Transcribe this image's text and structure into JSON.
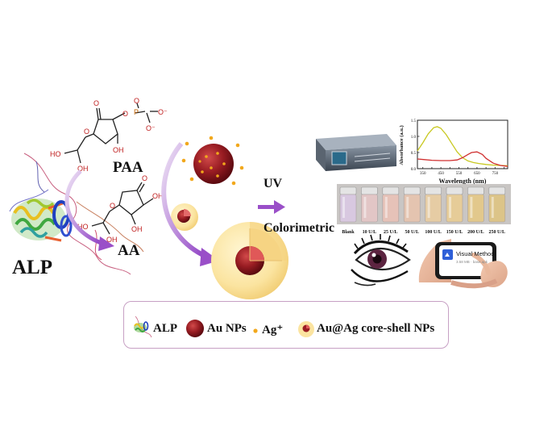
{
  "molecules": {
    "paa_label": "PAA",
    "aa_label": "AA",
    "alp_label": "ALP",
    "atoms": {
      "o": "O",
      "oh": "OH",
      "ho": "HO",
      "p": "P",
      "o_minus": "O⁻"
    }
  },
  "detection": {
    "uv_label": "UV",
    "colorimetric_label": "Colorimetric"
  },
  "chart_data": {
    "type": "line",
    "xlabel": "Wavelength (nm)",
    "ylabel": "Absorbance (a.u.)",
    "xlim": [
      320,
      820
    ],
    "ylim": [
      0.0,
      1.5
    ],
    "xticks": [
      350,
      400,
      450,
      500,
      550,
      600,
      650,
      700,
      750,
      800
    ],
    "yticks": [
      0.0,
      0.5,
      1.0,
      1.5
    ],
    "series": [
      {
        "color": "#c8c820",
        "x": [
          320,
          350,
          380,
          410,
          430,
          450,
          480,
          510,
          540,
          570,
          600,
          630,
          660,
          700,
          740,
          780,
          820
        ],
        "y": [
          0.55,
          0.8,
          1.08,
          1.27,
          1.3,
          1.25,
          1.05,
          0.78,
          0.52,
          0.34,
          0.24,
          0.19,
          0.16,
          0.13,
          0.11,
          0.1,
          0.09
        ]
      },
      {
        "color": "#d03030",
        "x": [
          320,
          360,
          400,
          450,
          500,
          540,
          570,
          600,
          620,
          650,
          680,
          700,
          740,
          780,
          820
        ],
        "y": [
          0.3,
          0.28,
          0.26,
          0.25,
          0.25,
          0.27,
          0.34,
          0.44,
          0.5,
          0.52,
          0.44,
          0.32,
          0.17,
          0.1,
          0.07
        ]
      }
    ]
  },
  "vials": {
    "labels": [
      "Blank",
      "10 U/L",
      "25 U/L",
      "50 U/L",
      "100 U/L",
      "150 U/L",
      "200 U/L",
      "250 U/L"
    ],
    "colors": [
      "#d8c8e0",
      "#e2c6c6",
      "#e6c2b8",
      "#e4c4b0",
      "#e6cca4",
      "#e6cc98",
      "#e2c88c",
      "#dcc488"
    ]
  },
  "phone": {
    "title": "Visual Method",
    "subtitle": "3.58 MB · base.apk"
  },
  "legend": {
    "alp": "ALP",
    "au_nps": "Au NPs",
    "ag_ion": "Ag⁺",
    "core_shell": "Au@Ag core-shell NPs"
  },
  "colors": {
    "au_red": "#8e1a1e",
    "ag_yellow": "#f2a81c",
    "shell_yellow": "#fbe6a2",
    "arrow_purple": "#9a4fc8"
  }
}
